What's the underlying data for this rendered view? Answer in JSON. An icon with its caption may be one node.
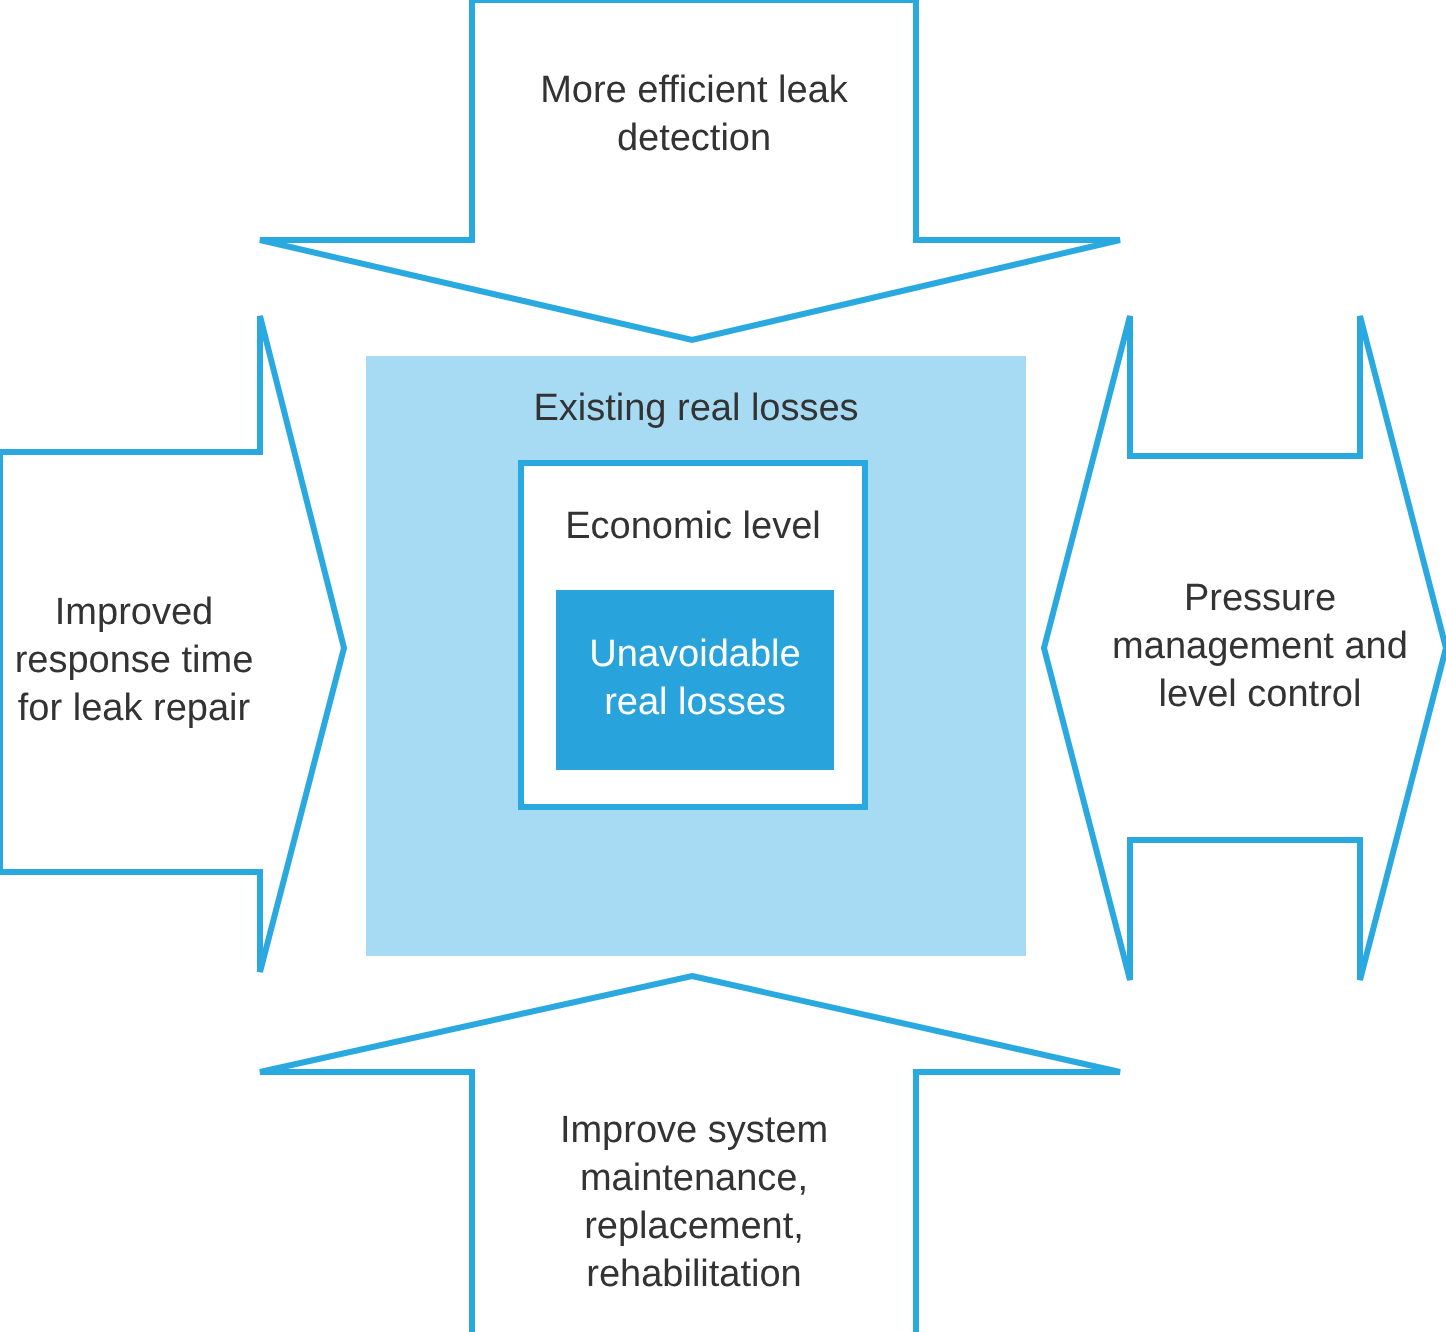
{
  "diagram": {
    "nodes": [
      {
        "text": [
          "More efficient leak detection"
        ]
      },
      {
        "text": [
          "Improved response time for leak repair"
        ]
      },
      {
        "text": [
          "Existing real losses"
        ]
      },
      {
        "text": [
          "Economic level"
        ],
        "in": 2
      },
      {
        "text": [
          "Unavoidable real losses"
        ],
        "in": 3
      },
      {
        "text": [
          "Pressure management and level control"
        ]
      },
      {
        "text": [
          "Improve system maintenance, replacement, rehabilitation"
        ]
      }
    ]
  }
}
